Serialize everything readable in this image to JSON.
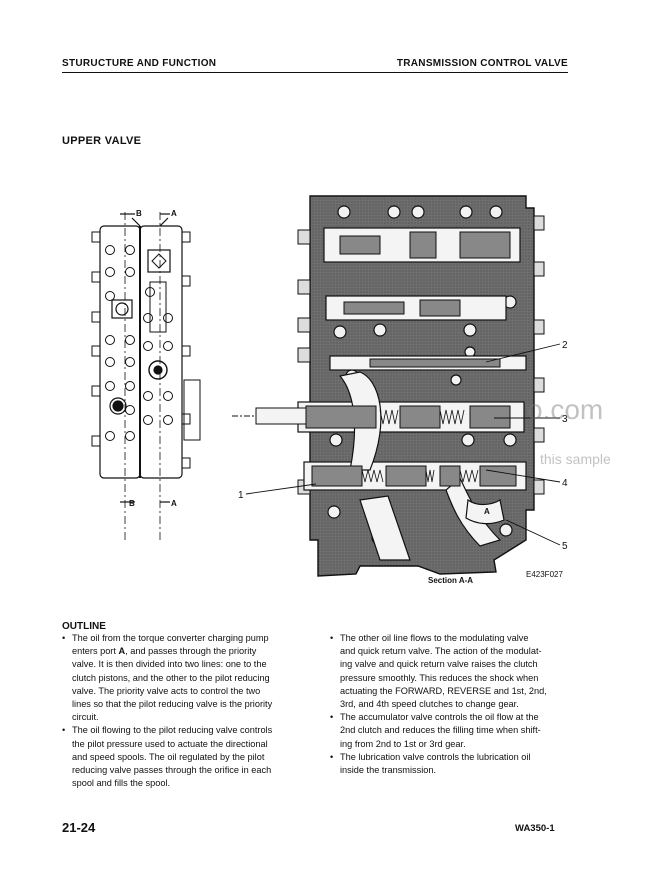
{
  "header": {
    "left": "STURUCTURE AND FUNCTION",
    "right": "TRANSMISSION CONTROL VALVE"
  },
  "section_title": "UPPER VALVE",
  "figure": {
    "left_labels": {
      "b_top": "B",
      "a_top": "A",
      "b_bottom": "B",
      "a_bottom": "A"
    },
    "callouts": [
      "1",
      "2",
      "3",
      "4",
      "5"
    ],
    "port_a": "A",
    "caption": "Section A-A",
    "figure_id": "E423F027"
  },
  "watermark": {
    "main": "o.com",
    "sub": "this sample"
  },
  "outline": {
    "title": "OUTLINE",
    "left_items": [
      [
        "The oil from the torque converter charging pump",
        "enters port A, and passes through the priority",
        "valve. It is then divided into two lines: one to the",
        "clutch pistons, and the other to the pilot reducing",
        "valve. The priority valve acts to control the two",
        "lines so that the pilot reducing valve is the priority",
        "circuit."
      ],
      [
        "The oil flowing to the pilot reducing valve controls",
        "the pilot pressure used to actuate the directional",
        "and speed spools. The oil regulated by the pilot",
        "reducing valve passes through the orifice in each",
        "spool and fills the spool."
      ]
    ],
    "right_items": [
      [
        "The other oil line flows to the modulating valve",
        "and quick return valve. The action of the modulat-",
        "ing valve and quick return valve raises the clutch",
        "pressure smoothly. This reduces the shock when",
        "actuating the FORWARD, REVERSE and 1st, 2nd,",
        "3rd, and 4th speed clutches to change gear."
      ],
      [
        "The accumulator valve controls the oil flow at the",
        "2nd clutch and reduces the filling time when shift-",
        "ing from 2nd to 1st or 3rd gear."
      ],
      [
        "The lubrication valve controls the lubrication oil",
        "inside the transmission."
      ]
    ]
  },
  "footer": {
    "page": "21-24",
    "model": "WA350-1"
  }
}
